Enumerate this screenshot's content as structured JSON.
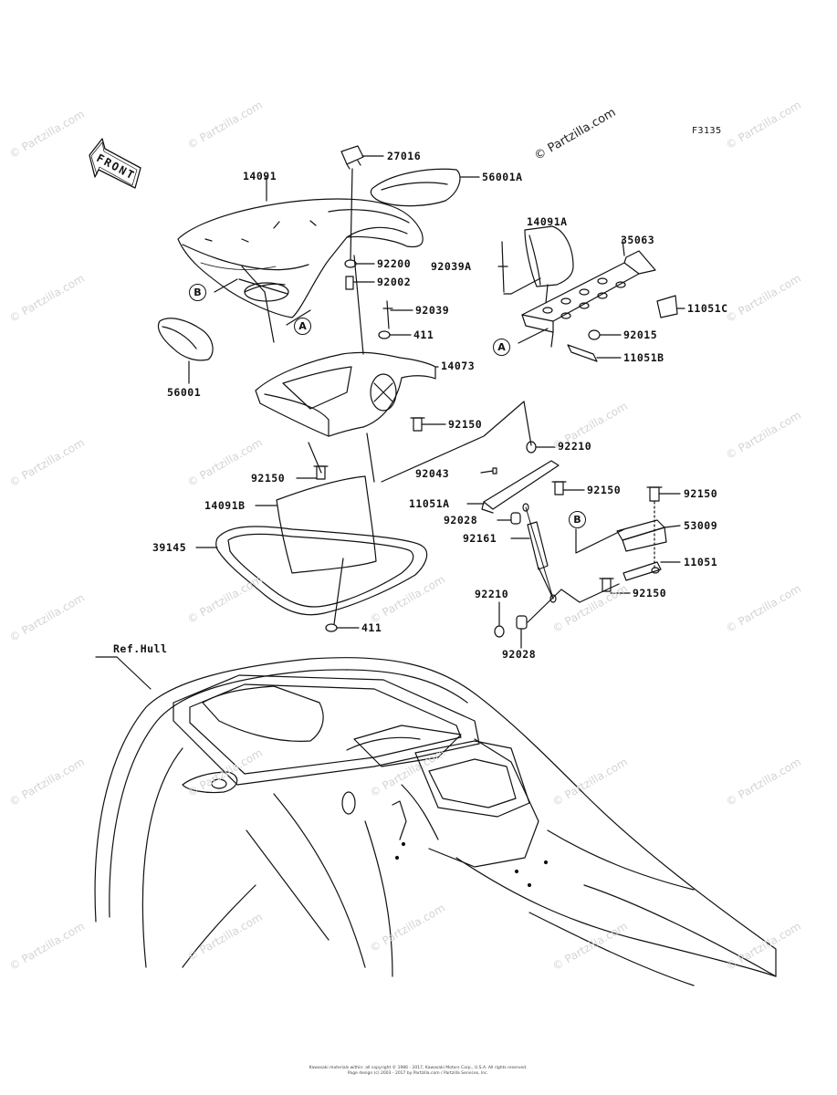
{
  "diagram": {
    "figure_code": "F3135",
    "front_label": "FRONT",
    "ref_label": "Ref.Hull",
    "watermark_main": "© Partzilla.com",
    "watermark": "© Partzilla.com",
    "footer_line1": "Kawasaki materials within: all copyright © 1986 - 2017, Kawasaki Motors Corp., U.S.A. All rights reserved.",
    "footer_line2": "Page design (c) 2003 - 2017 by Partzilla.com / Partzilla Services, Inc.",
    "callouts": {
      "A": "A",
      "B": "B"
    },
    "parts": {
      "p27016": "27016",
      "p56001A": "56001A",
      "p14091": "14091",
      "p92200": "92200",
      "p92002": "92002",
      "p92039": "92039",
      "p411_top": "411",
      "p14073": "14073",
      "p56001": "56001",
      "p92150_a": "92150",
      "p92150_b": "92150",
      "p14091B": "14091B",
      "p39145": "39145",
      "p411_bot": "411",
      "p14091A": "14091A",
      "p35063": "35063",
      "p92039A": "92039A",
      "p11051C": "11051C",
      "p92015": "92015",
      "p11051B": "11051B",
      "p92210_a": "92210",
      "p92043": "92043",
      "p92150_c": "92150",
      "p11051A": "11051A",
      "p92028_a": "92028",
      "p92161": "92161",
      "p92150_d": "92150",
      "p53009": "53009",
      "p11051": "11051",
      "p92150_e": "92150",
      "p92210_b": "92210",
      "p92028_b": "92028"
    }
  }
}
